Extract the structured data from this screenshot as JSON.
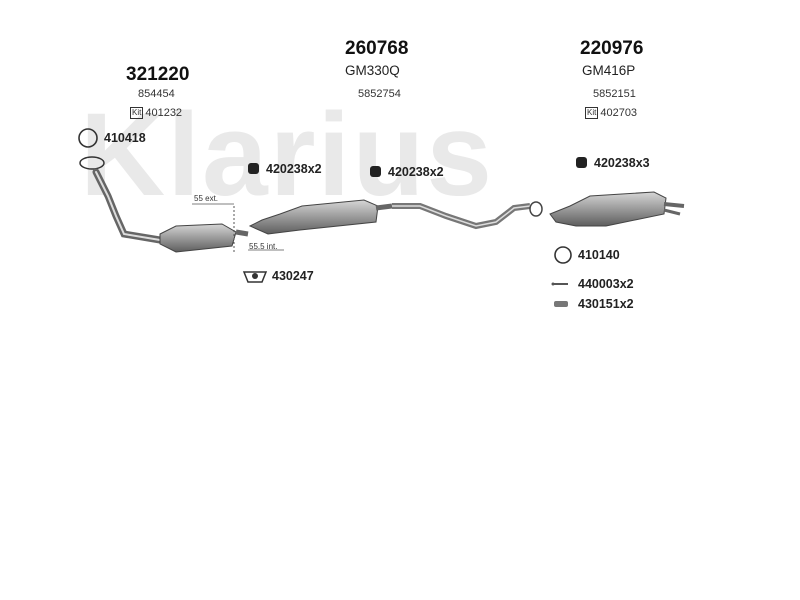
{
  "brand": {
    "watermark": "Klarius"
  },
  "groups": [
    {
      "part_no": "321220",
      "oe": "854454",
      "kit_label": "Kit",
      "kit_no": "401232"
    },
    {
      "part_no": "260768",
      "model": "GM330Q",
      "oe": "5852754"
    },
    {
      "part_no": "220976",
      "model": "GM416P",
      "oe": "5852151",
      "kit_label": "Kit",
      "kit_no": "402703"
    }
  ],
  "callouts": {
    "gasket_410418": "410418",
    "clamp_left": "420238x2",
    "clamp_mid": "420238x2",
    "clamp_right": "420238x3",
    "mount_430247": "430247",
    "gasket_410140": "410140",
    "spring_440003": "440003x2",
    "bolt_430151": "430151x2"
  },
  "dimensions": {
    "ext": "55 ext.",
    "int": "55.5 int."
  },
  "colors": {
    "part": "#8a8a8a",
    "part_dark": "#5a5a5a",
    "watermark": "#e9e9e9"
  }
}
